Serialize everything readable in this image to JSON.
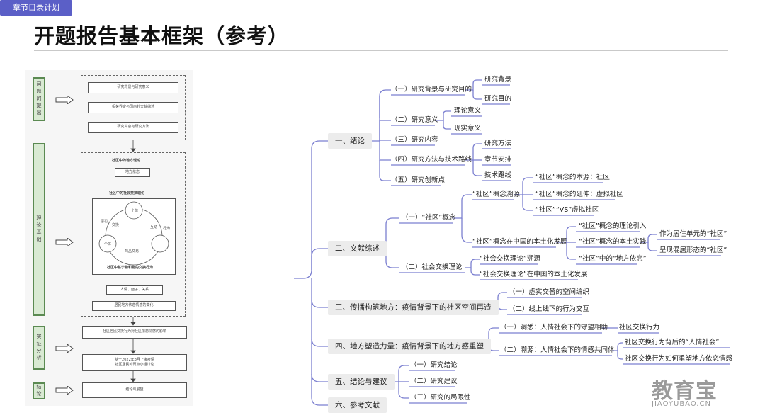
{
  "title": "开题报告基本框架（参考）",
  "flowchart": {
    "stages": [
      "问题的提出",
      "理论基础",
      "实证分析",
      "结论"
    ],
    "boxes": {
      "b1": "研究背景与研究意义",
      "b2": "相关界定与国内外文献综述",
      "b3": "研究内容与研究方法",
      "theory_title": "社区中的地方理论",
      "b4": "地方依恋",
      "exchange_title": "社区中的社会交换理论",
      "c_top": "个体",
      "c_left": "个体",
      "c_right": "……",
      "lbl_exchange": "交换",
      "lbl_sanction": "惩罚",
      "lbl_interact": "互动",
      "lbl_act": "行为",
      "lbl_reciprocal": "商品交易",
      "base_title": "社区中基于物和物的交换行为",
      "b5": "人情、面子、关系",
      "b6": "居民地方依恋情感的变化",
      "b7": "社区居民交换行为对社区依恋情感的影响",
      "b8": "基于2022年3月上海疫情\n社区居民的再点小组讨论",
      "b9": "结论与展望"
    }
  },
  "mindmap": {
    "root": "章节目录计划",
    "chapters": [
      {
        "label": "一、绪论",
        "children": [
          {
            "label": "（一）研究背景与研究目的",
            "children": [
              "研究背景",
              "研究目的"
            ]
          },
          {
            "label": "（二）研究意义",
            "children": [
              "理论意义",
              "现实意义"
            ]
          },
          {
            "label": "（三）研究内容",
            "children": []
          },
          {
            "label": "（四）研究方法与技术路线",
            "children": [
              "研究方法",
              "章节安排",
              "技术路线"
            ]
          },
          {
            "label": "（五）研究创新点",
            "children": []
          }
        ]
      },
      {
        "label": "二、文献综述",
        "children": [
          {
            "label": "（一）“社区”概念",
            "children": [
              {
                "label": "“社区”概念溯源",
                "children": [
                  "“社区”概念的本源：社区",
                  "“社区”概念的延伸：虚拟社区",
                  "“社区”“VS”虚拟社区"
                ]
              },
              {
                "label": "“社区”概念在中国的本土化发展",
                "children": [
                  {
                    "label": "“社区”概念的理论引入",
                    "children": []
                  },
                  {
                    "label": "“社区”概念的本土实践",
                    "children": [
                      "作为居住单元的“社区”",
                      "呈现混居形态的“社区”"
                    ]
                  },
                  {
                    "label": "“社区”中的“地方依恋”",
                    "children": []
                  }
                ]
              }
            ]
          },
          {
            "label": "（二）社会交换理论",
            "children": [
              {
                "label": "“社会交换理论”溯源",
                "children": []
              },
              {
                "label": "“社会交换理论”在中国的本土化发展",
                "children": []
              }
            ]
          }
        ]
      },
      {
        "label": "三、传播构筑地方：疫情背景下的社区空间再造",
        "children": [
          {
            "label": "（一）虚实交替的空间编织",
            "children": []
          },
          {
            "label": "（二）线上线下的行为交互",
            "children": []
          }
        ]
      },
      {
        "label": "四、地方塑造力量：疫情背景下的地方感重塑",
        "children": [
          {
            "label": "（一）洞悉：人情社会下的守望相助",
            "children": [
              "社区交换行为"
            ]
          },
          {
            "label": "（二）溯源：人情社会下的情感共同体",
            "children": [
              "社区交换行为背后的“人情社会”",
              "社区交换行为如何重塑地方依恋情感"
            ]
          }
        ]
      },
      {
        "label": "五、结论与建议",
        "children": [
          {
            "label": "（一）研究结论",
            "children": []
          },
          {
            "label": "（二）研究建议",
            "children": []
          },
          {
            "label": "（三）研究的局限性",
            "children": []
          }
        ]
      },
      {
        "label": "六、参考文献",
        "children": []
      }
    ]
  },
  "watermark": {
    "logo": "教育宝",
    "url": "JIAOYUBAO.CN"
  },
  "colors": {
    "accent": "#5b5fc7",
    "line": "#7b7fd0",
    "stage_fill": "#d9ead3",
    "stage_border": "#5b8a52"
  }
}
